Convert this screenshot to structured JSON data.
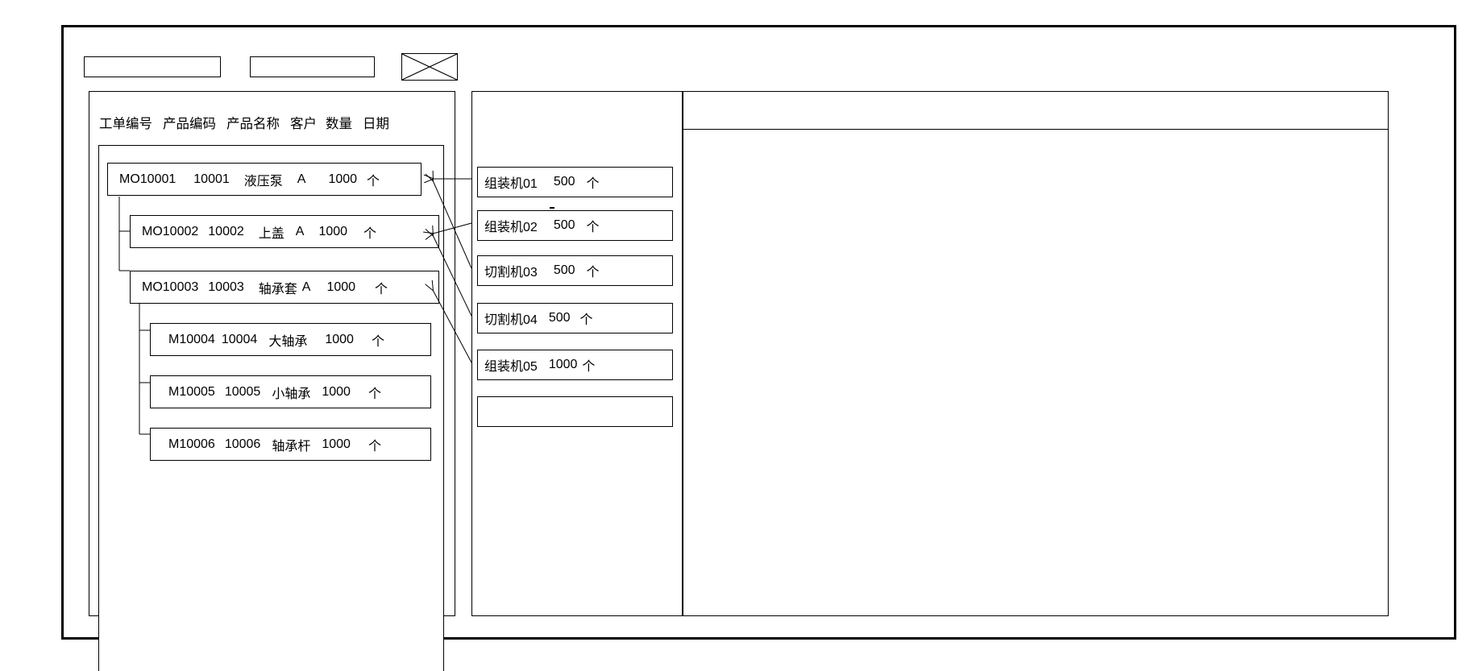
{
  "window": {
    "title": ""
  },
  "toolbar": {
    "fields": [
      {
        "name": "toolbar-field-1",
        "value": "",
        "placeholder": ""
      },
      {
        "name": "toolbar-field-2",
        "value": "",
        "placeholder": ""
      }
    ],
    "image_placeholder_icon": "image-placeholder-x-icon"
  },
  "left_panel": {
    "columns": [
      "工单编号",
      "产品编码",
      "产品名称",
      "客户",
      "数量",
      "日期"
    ],
    "rows": [
      {
        "id": "MO10001",
        "level": 0,
        "order_no": "MO10001",
        "product_code": "10001",
        "product_name": "液压泵",
        "customer": "A",
        "qty": "1000",
        "unit": "个",
        "date": ""
      },
      {
        "id": "MO10002",
        "level": 1,
        "order_no": "MO10002",
        "product_code": "10002",
        "product_name": "上盖",
        "customer": "A",
        "qty": "1000",
        "unit": "个",
        "date": ""
      },
      {
        "id": "MO10003",
        "level": 1,
        "order_no": "MO10003",
        "product_code": "10003",
        "product_name": "轴承套",
        "customer": "A",
        "qty": "1000",
        "unit": "个",
        "date": ""
      },
      {
        "id": "M10004",
        "level": 2,
        "order_no": "M10004",
        "product_code": "10004",
        "product_name": "大轴承",
        "customer": "",
        "qty": "1000",
        "unit": "个",
        "date": ""
      },
      {
        "id": "M10005",
        "level": 2,
        "order_no": "M10005",
        "product_code": "10005",
        "product_name": "小轴承",
        "customer": "",
        "qty": "1000",
        "unit": "个",
        "date": ""
      },
      {
        "id": "M10006",
        "level": 2,
        "order_no": "M10006",
        "product_code": "10006",
        "product_name": "轴承杆",
        "customer": "",
        "qty": "1000",
        "unit": "个",
        "date": ""
      }
    ]
  },
  "mid_panel": {
    "machines": [
      {
        "name": "组装机01",
        "qty": "500",
        "unit": "个"
      },
      {
        "name": "组装机02",
        "qty": "500",
        "unit": "个"
      },
      {
        "name": "切割机03",
        "qty": "500",
        "unit": "个"
      },
      {
        "name": "切割机04",
        "qty": "500",
        "unit": "个"
      },
      {
        "name": "组装机05",
        "qty": "1000",
        "unit": "个"
      },
      {
        "name": "",
        "qty": "",
        "unit": ""
      }
    ]
  },
  "right_panel": {
    "header_title": "",
    "body_text": ""
  },
  "colors": {
    "line": "#000000",
    "background": "#ffffff"
  }
}
